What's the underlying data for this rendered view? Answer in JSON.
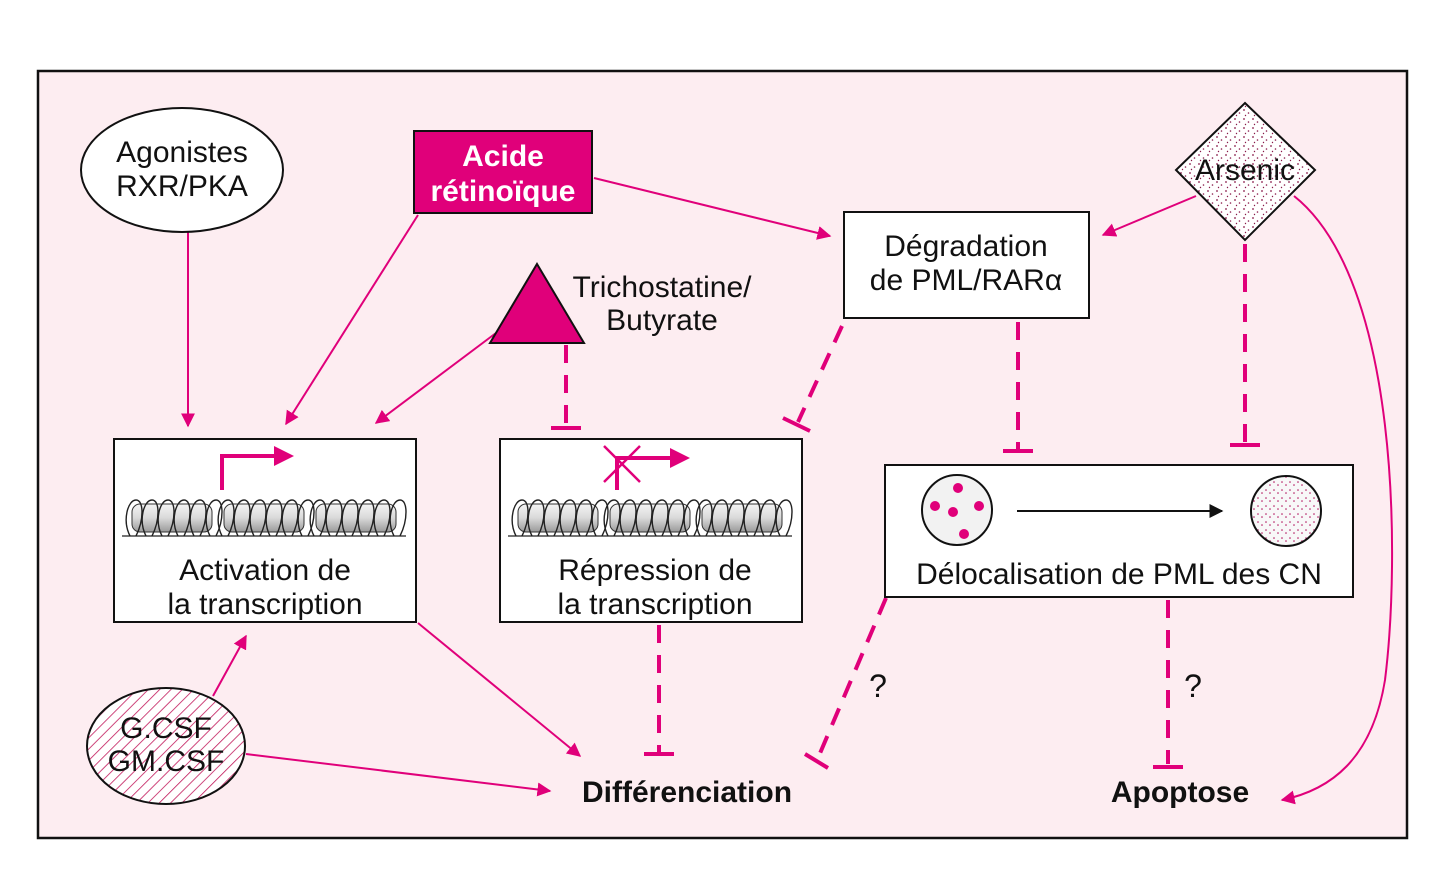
{
  "colors": {
    "accent": "#e0007a",
    "panel_bg": "#fdedf1",
    "border": "#111111",
    "box_fill": "#ffffff"
  },
  "nodes": {
    "agonistes": {
      "line1": "Agonistes",
      "line2": "RXR/PKA"
    },
    "acide": {
      "line1": "Acide",
      "line2": "rétinoïque"
    },
    "trichostatine": {
      "line1": "Trichostatine/",
      "line2": "Butyrate"
    },
    "degradation": {
      "line1": "Dégradation",
      "line2": "de PML/RARα"
    },
    "arsenic": {
      "label": "Arsenic"
    },
    "activation": {
      "line1": "Activation de",
      "line2": "la transcription"
    },
    "repression": {
      "line1": "Répression de",
      "line2": "la transcription"
    },
    "delocalisation": {
      "label": "Délocalisation de PML des CN"
    },
    "csf": {
      "line1": "G.CSF",
      "line2": "GM.CSF"
    },
    "differenciation": {
      "label": "Différenciation"
    },
    "apoptose": {
      "label": "Apoptose"
    }
  },
  "annotations": {
    "question_1": "?",
    "question_2": "?"
  },
  "edges": [
    {
      "from": "agonistes",
      "to": "activation",
      "type": "activation"
    },
    {
      "from": "acide",
      "to": "activation",
      "type": "activation"
    },
    {
      "from": "acide",
      "to": "degradation",
      "type": "activation"
    },
    {
      "from": "trichostatine",
      "to": "activation",
      "type": "activation"
    },
    {
      "from": "trichostatine",
      "to": "repression",
      "type": "inhibition"
    },
    {
      "from": "arsenic",
      "to": "degradation",
      "type": "activation"
    },
    {
      "from": "arsenic",
      "to": "delocalisation",
      "type": "inhibition"
    },
    {
      "from": "arsenic",
      "to": "apoptose",
      "type": "activation"
    },
    {
      "from": "degradation",
      "to": "repression",
      "type": "inhibition"
    },
    {
      "from": "degradation",
      "to": "delocalisation",
      "type": "inhibition"
    },
    {
      "from": "activation",
      "to": "differenciation",
      "type": "activation"
    },
    {
      "from": "repression",
      "to": "differenciation",
      "type": "inhibition"
    },
    {
      "from": "delocalisation",
      "to": "differenciation",
      "type": "inhibition",
      "uncertain": true
    },
    {
      "from": "delocalisation",
      "to": "apoptose",
      "type": "inhibition",
      "uncertain": true
    },
    {
      "from": "csf",
      "to": "activation",
      "type": "activation"
    },
    {
      "from": "csf",
      "to": "differenciation",
      "type": "activation"
    }
  ]
}
